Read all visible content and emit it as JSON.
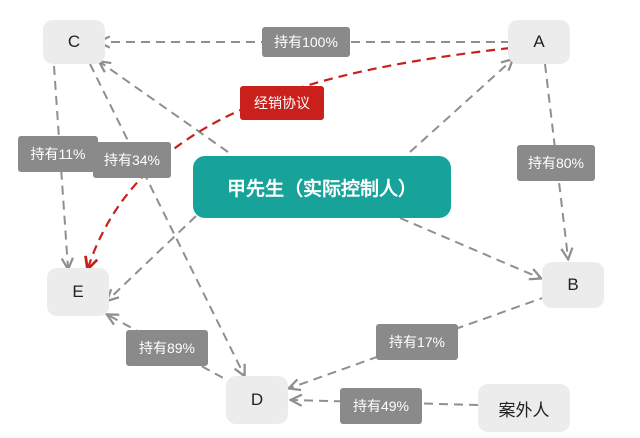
{
  "nodes": {
    "a": "A",
    "b": "B",
    "c": "C",
    "d": "D",
    "e": "E",
    "outsider": "案外人",
    "central": "甲先生（实际控制人）"
  },
  "edge_labels": {
    "a_to_c": "持有100%",
    "a_to_b": "持有80%",
    "c_to_e": "持有11%",
    "c_to_d": "持有34%",
    "d_to_e": "持有89%",
    "b_to_d": "持有17%",
    "outsider_to_d": "持有49%",
    "agreement": "经销协议"
  },
  "colors": {
    "central_fill": "#18a39a",
    "node_fill": "#ececec",
    "label_fill": "#8a8a8a",
    "agreement_fill": "#c9201c",
    "edge_stroke": "#8f8f8f"
  }
}
